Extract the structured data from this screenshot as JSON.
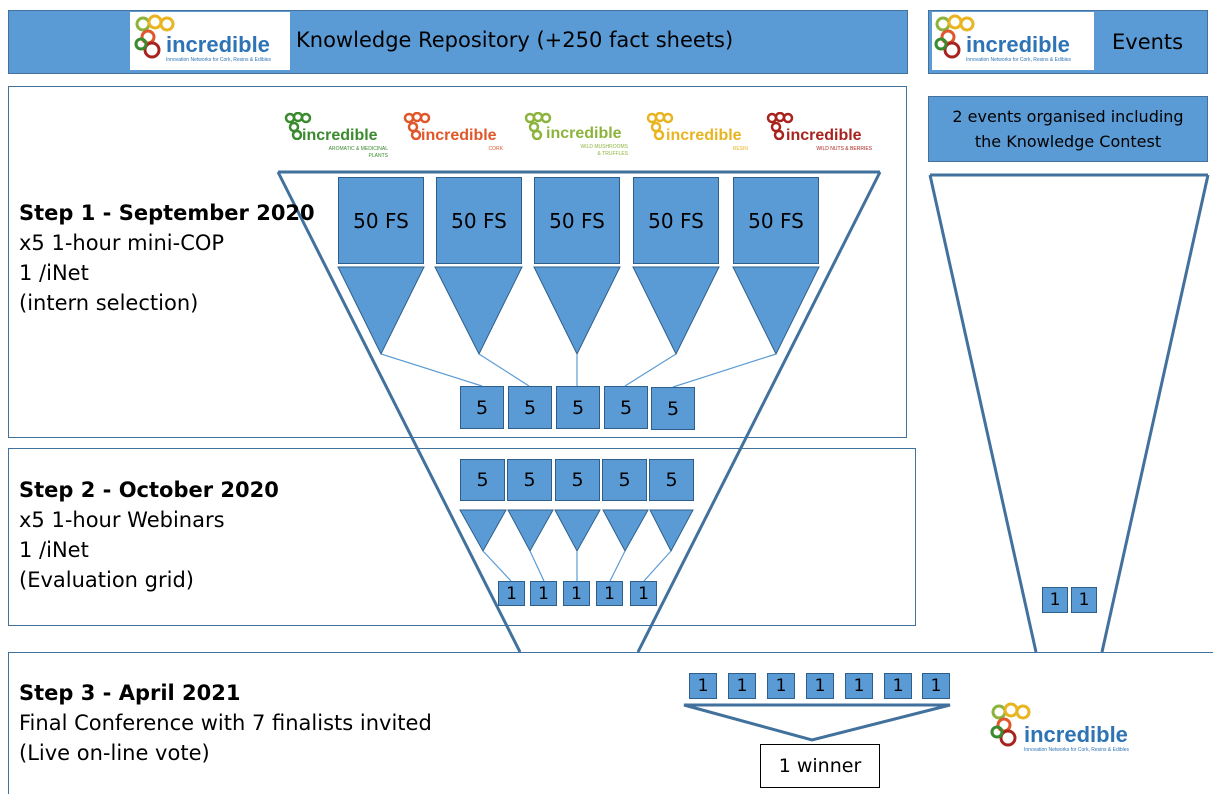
{
  "header": {
    "logo_word": "incredible",
    "logo_tagline": "Innovation Networks for Cork, Resins & Edibles",
    "title": "Knowledge Repository (+250 fact sheets)"
  },
  "events": {
    "logo_word": "incredible",
    "logo_tagline": "Innovation Networks for Cork, Resins & Edibles",
    "title": "Events",
    "subtitle": "2 events organised including the Knowledge Contest",
    "counts": [
      "1",
      "1"
    ]
  },
  "inets": [
    {
      "word": "incredible",
      "sub1": "AROMATIC & MEDICINAL",
      "sub2": "PLANTS",
      "color": "#3a8a2e"
    },
    {
      "word": "incredible",
      "sub1": "CORK",
      "sub2": "",
      "color": "#e0572a"
    },
    {
      "word": "incredible",
      "sub1": "WILD MUSHROOMS",
      "sub2": "& TRUFFLES",
      "color": "#8cb43c"
    },
    {
      "word": "incredible",
      "sub1": "RESIN",
      "sub2": "",
      "color": "#e8b420"
    },
    {
      "word": "incredible",
      "sub1": "WILD NUTS & BERRIES",
      "sub2": "",
      "color": "#a8231e"
    }
  ],
  "step1": {
    "title": "Step 1 - September 2020",
    "line1": "x5 1-hour mini-COP",
    "line2": "1 /iNet",
    "line3": "(intern selection)",
    "fs_labels": [
      "50 FS",
      "50 FS",
      "50 FS",
      "50 FS",
      "50 FS"
    ],
    "selected": [
      "5",
      "5",
      "5",
      "5",
      "5"
    ]
  },
  "step2": {
    "title": "Step 2 - October 2020",
    "line1": "x5 1-hour Webinars",
    "line2": "1 /iNet",
    "line3": "(Evaluation grid)",
    "inputs": [
      "5",
      "5",
      "5",
      "5",
      "5"
    ],
    "outputs": [
      "1",
      "1",
      "1",
      "1",
      "1"
    ]
  },
  "step3": {
    "title": "Step 3 - April 2021",
    "line1": "Final Conference with 7 finalists invited",
    "line2": "(Live on-line vote)",
    "finalists": [
      "1",
      "1",
      "1",
      "1",
      "1",
      "1",
      "1"
    ],
    "winner": "1 winner"
  },
  "footer_logo": {
    "word": "incredible",
    "tagline": "Innovation Networks for Cork, Resins & Edibles"
  },
  "colors": {
    "box_fill": "#5b9bd5",
    "box_border": "#2e5f8a",
    "line": "#41719c",
    "logo_blue": "#2e74b5"
  }
}
